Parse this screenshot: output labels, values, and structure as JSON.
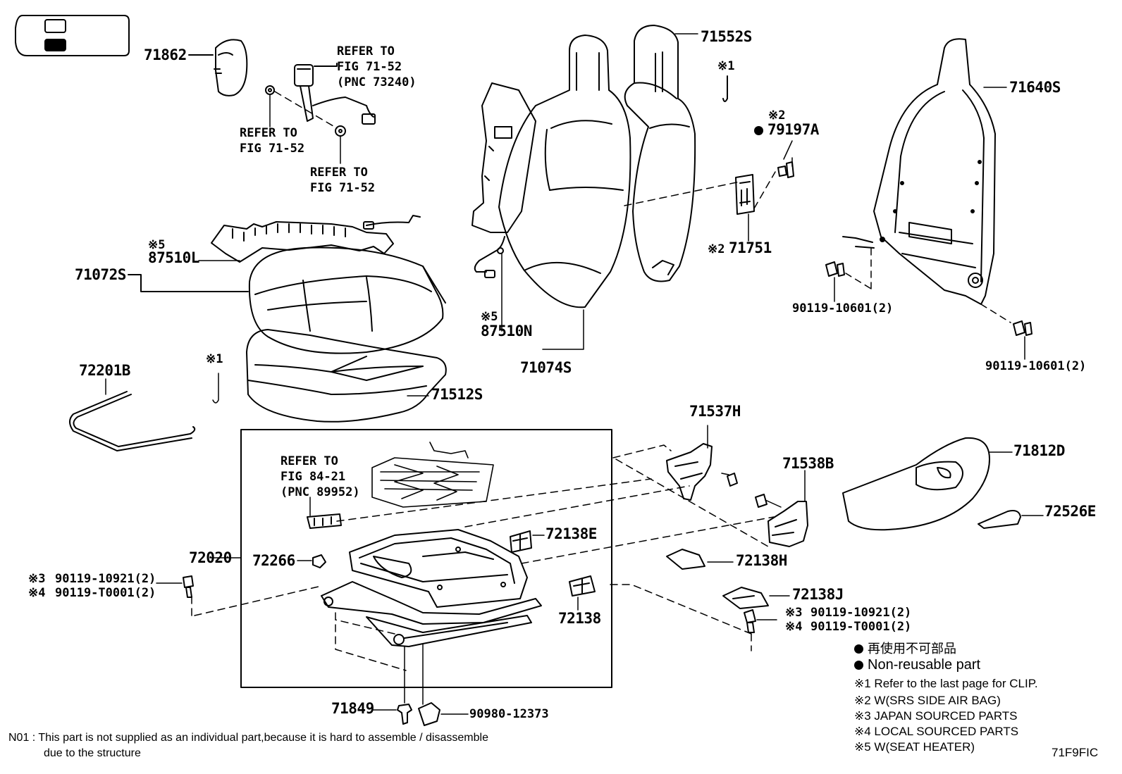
{
  "parts": {
    "p71862": "71862",
    "p71552s": "71552S",
    "p71640s": "71640S",
    "p79197a": "79197A",
    "p71751": "71751",
    "p71072s": "71072S",
    "p87510l": "87510L",
    "p87510n": "87510N",
    "p71074s": "71074S",
    "p72201b": "72201B",
    "p71512s": "71512S",
    "p90119_10601_a": "90119-10601(2)",
    "p90119_10601_b": "90119-10601(2)",
    "p71537h": "71537H",
    "p71538b": "71538B",
    "p71812d": "71812D",
    "p72526e": "72526E",
    "p72020": "72020",
    "p72266": "72266",
    "p72138e": "72138E",
    "p72138h": "72138H",
    "p72138j": "72138J",
    "p72138": "72138",
    "p71849": "71849",
    "p90980_12373": "90980-12373",
    "l_90119_10921": "90119-10921(2)",
    "l_90119_t0001": "90119-T0001(2)",
    "r_90119_10921": "90119-10921(2)",
    "r_90119_t0001": "90119-T0001(2)"
  },
  "marks": {
    "m1_top": "※1",
    "m2_79197a": "※2",
    "m2_71751": "※2",
    "m5_87510l": "※5",
    "m5_87510n": "※5",
    "m1_left": "※1",
    "m3_left": "※3",
    "m4_left": "※4",
    "m3_right": "※3",
    "m4_right": "※4"
  },
  "refs": {
    "belt": "REFER TO\nFIG 71-52\n(PNC 73240)",
    "anchor1": "REFER TO\nFIG 71-52",
    "anchor2": "REFER TO\nFIG 71-52",
    "switch": "REFER TO\nFIG 84-21\n(PNC 89952)"
  },
  "legend": {
    "jp": "再使用不可部品",
    "en": "Non-reusable part",
    "n1": "※1  Refer to the last page for CLIP.",
    "n2": "※2  W(SRS SIDE AIR BAG)",
    "n3": "※3  JAPAN SOURCED PARTS",
    "n4": "※4  LOCAL SOURCED PARTS",
    "n5": "※5  W(SEAT HEATER)"
  },
  "footnote": {
    "line1": "N01 : This part is not supplied as an individual part,because it is hard to assemble / disassemble",
    "line2": "due to the structure"
  },
  "code": "71F9FIC"
}
